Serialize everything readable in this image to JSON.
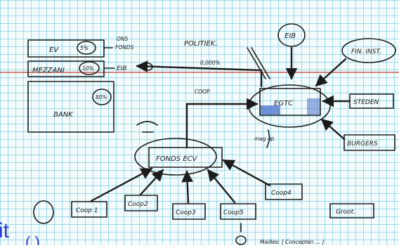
{
  "diagram": {
    "nodes": {
      "ev": {
        "label": "EV",
        "pct": "5%"
      },
      "ons_fonds": "ONS\nFONDS",
      "mezzanine": {
        "label": "MEZZANI",
        "pct": "10%"
      },
      "eib_small": "EIB",
      "bank": {
        "label": "BANK",
        "pct": "80%"
      },
      "politiek": "POLITIEK.",
      "eib_circle": "EIB",
      "rate": "0,000%",
      "fin_inst": "FIN. INST.",
      "egtc": "EGTC",
      "steden": "STEDEN",
      "burgers": "BURGERS",
      "coop_label": "COOP",
      "mag_op": "mag op",
      "fonds_ecv": "FONDS ECV",
      "coop1": "Coop 1",
      "coop2": "Coop2",
      "coop3": "Coop3",
      "coop4": "Coop4",
      "coop5": "Coop5",
      "groot": "Groot.",
      "bottom_note": "Mailles: [ Concepten ... ]"
    }
  },
  "colors": {
    "grid": "#5abed7",
    "paper": "#f4fbfd",
    "ink": "#1c1c1c",
    "egtc_fill": "#5a7fd0",
    "bar_red": "#c0392b"
  }
}
